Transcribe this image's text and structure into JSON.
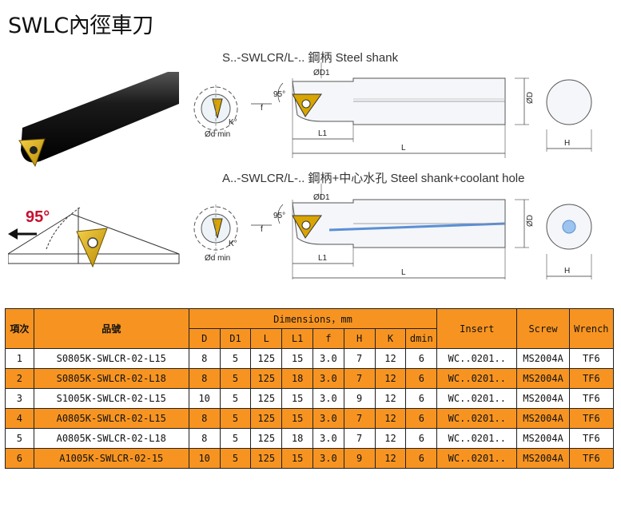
{
  "title": "SWLC內徑車刀",
  "drawing": {
    "top_caption": "S..-SWLCR/L-..  鋼柄 Steel shank",
    "bottom_caption": "A..-SWLCR/L-..  鋼柄+中心水孔 Steel shank+coolant hole",
    "angle_small": "95°",
    "label_d1": "ØD1",
    "label_d": "ØD",
    "label_l1": "L1",
    "label_l": "L",
    "label_h": "H",
    "label_f": "f",
    "label_k": "K°",
    "label_dmin": "Ød min"
  },
  "photo": {
    "angle_label": "95°"
  },
  "table": {
    "headers": {
      "item": "項次",
      "part_no": "品號",
      "dimensions": "Dimensions，mm",
      "insert": "Insert",
      "screw": "Screw",
      "wrench": "Wrench",
      "sub": [
        "D",
        "D1",
        "L",
        "L1",
        "f",
        "H",
        "K",
        "dmin"
      ]
    },
    "rows": [
      {
        "item": "1",
        "part": "S0805K-SWLCR-02-L15",
        "D": "8",
        "D1": "5",
        "L": "125",
        "L1": "15",
        "f": "3.0",
        "H": "7",
        "K": "12",
        "dmin": "6",
        "insert": "WC..0201..",
        "screw": "MS2004A",
        "wrench": "TF6"
      },
      {
        "item": "2",
        "part": "S0805K-SWLCR-02-L18",
        "D": "8",
        "D1": "5",
        "L": "125",
        "L1": "18",
        "f": "3.0",
        "H": "7",
        "K": "12",
        "dmin": "6",
        "insert": "WC..0201..",
        "screw": "MS2004A",
        "wrench": "TF6"
      },
      {
        "item": "3",
        "part": "S1005K-SWLCR-02-L15",
        "D": "10",
        "D1": "5",
        "L": "125",
        "L1": "15",
        "f": "3.0",
        "H": "9",
        "K": "12",
        "dmin": "6",
        "insert": "WC..0201..",
        "screw": "MS2004A",
        "wrench": "TF6"
      },
      {
        "item": "4",
        "part": "A0805K-SWLCR-02-L15",
        "D": "8",
        "D1": "5",
        "L": "125",
        "L1": "15",
        "f": "3.0",
        "H": "7",
        "K": "12",
        "dmin": "6",
        "insert": "WC..0201..",
        "screw": "MS2004A",
        "wrench": "TF6"
      },
      {
        "item": "5",
        "part": "A0805K-SWLCR-02-L18",
        "D": "8",
        "D1": "5",
        "L": "125",
        "L1": "18",
        "f": "3.0",
        "H": "7",
        "K": "12",
        "dmin": "6",
        "insert": "WC..0201..",
        "screw": "MS2004A",
        "wrench": "TF6"
      },
      {
        "item": "6",
        "part": "A1005K-SWLCR-02-15",
        "D": "10",
        "D1": "5",
        "L": "125",
        "L1": "15",
        "f": "3.0",
        "H": "9",
        "K": "12",
        "dmin": "6",
        "insert": "WC..0201..",
        "screw": "MS2004A",
        "wrench": "TF6"
      }
    ]
  },
  "colors": {
    "orange": "#f79421",
    "angle_red": "#c8102e",
    "insert_gold": "#d9a500"
  }
}
